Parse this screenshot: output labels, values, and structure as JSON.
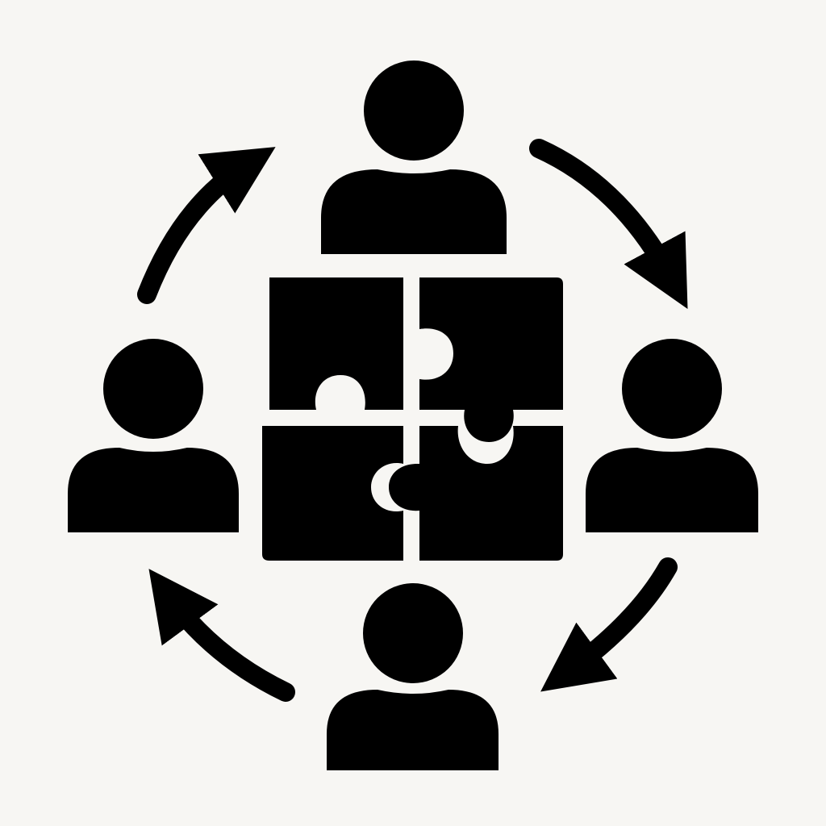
{
  "colors": {
    "background": "#f7f6f3",
    "ink": "#000000"
  },
  "icons": {
    "people": [
      "person-icon-top",
      "person-icon-right",
      "person-icon-bottom",
      "person-icon-left"
    ],
    "puzzle": [
      "puzzle-piece-top-left",
      "puzzle-piece-top-right",
      "puzzle-piece-bottom-left",
      "puzzle-piece-bottom-right"
    ],
    "arrows": [
      "arrow-top-left-icon",
      "arrow-top-right-icon",
      "arrow-bottom-right-icon",
      "arrow-bottom-left-icon"
    ]
  },
  "cycle_direction": "clockwise"
}
